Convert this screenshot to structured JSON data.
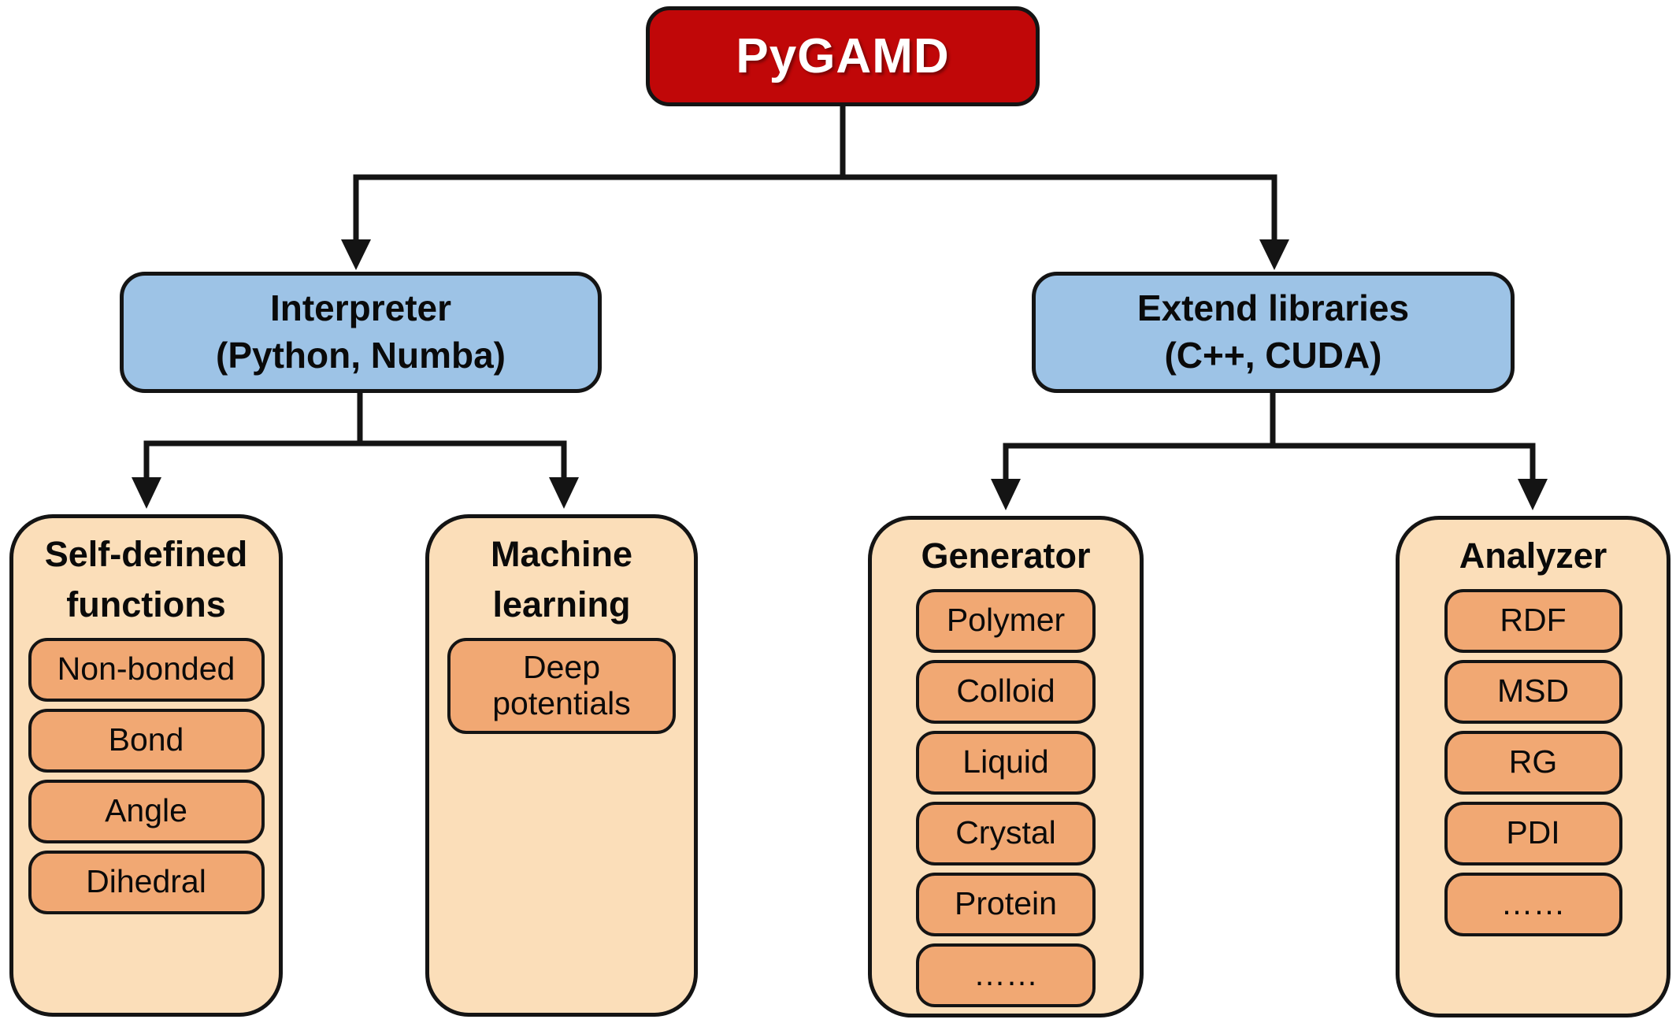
{
  "root": {
    "label": "PyGAMD"
  },
  "branches": [
    {
      "label": "Interpreter\n(Python, Numba)"
    },
    {
      "label": "Extend libraries\n(C++, CUDA)"
    }
  ],
  "groups": [
    {
      "title": "Self-defined\nfunctions",
      "items": [
        "Non-bonded",
        "Bond",
        "Angle",
        "Dihedral"
      ]
    },
    {
      "title": "Machine\nlearning",
      "items": [
        "Deep\npotentials"
      ]
    },
    {
      "title": "Generator",
      "items": [
        "Polymer",
        "Colloid",
        "Liquid",
        "Crystal",
        "Protein",
        "……"
      ]
    },
    {
      "title": "Analyzer",
      "items": [
        "RDF",
        "MSD",
        "RG",
        "PDI",
        "……"
      ]
    }
  ],
  "colors": {
    "red": "#c00708",
    "blue": "#9dc3e6",
    "tan": "#fbdeb9",
    "orange": "#f1a873",
    "line": "#141414"
  }
}
